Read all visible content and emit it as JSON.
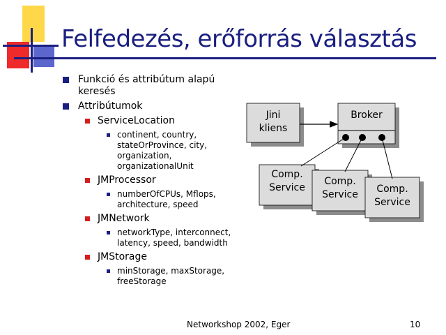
{
  "slide": {
    "title": "Felfedezés, erőforrás választás",
    "bullets": [
      {
        "text": "Funkció és attribútum alapú keresés"
      },
      {
        "text": "Attribútumok"
      }
    ],
    "attributes": [
      {
        "name": "ServiceLocation",
        "detail": "continent, country, stateOrProvince, city, organization, organizationalUnit"
      },
      {
        "name": "JMProcessor",
        "detail": "numberOfCPUs, Mflops, architecture, speed"
      },
      {
        "name": "JMNetwork",
        "detail": "networkType, interconnect, latency, speed, bandwidth"
      },
      {
        "name": "JMStorage",
        "detail": "minStorage, maxStorage, freeStorage"
      }
    ]
  },
  "diagram": {
    "jini_line1": "Jini",
    "jini_line2": "kliens",
    "broker": "Broker",
    "comp1_line1": "Comp.",
    "comp1_line2": "Service",
    "comp2_line1": "Comp.",
    "comp2_line2": "Service",
    "comp3_line1": "Comp.",
    "comp3_line2": "Service"
  },
  "footer": {
    "text": "Networkshop 2002, Eger",
    "page": "10"
  },
  "colors": {
    "title": "#1a1f80",
    "bullet_l2": "#d41e1e",
    "box_fill": "#dcdcdc",
    "box_shadow": "#8c8c8c"
  }
}
